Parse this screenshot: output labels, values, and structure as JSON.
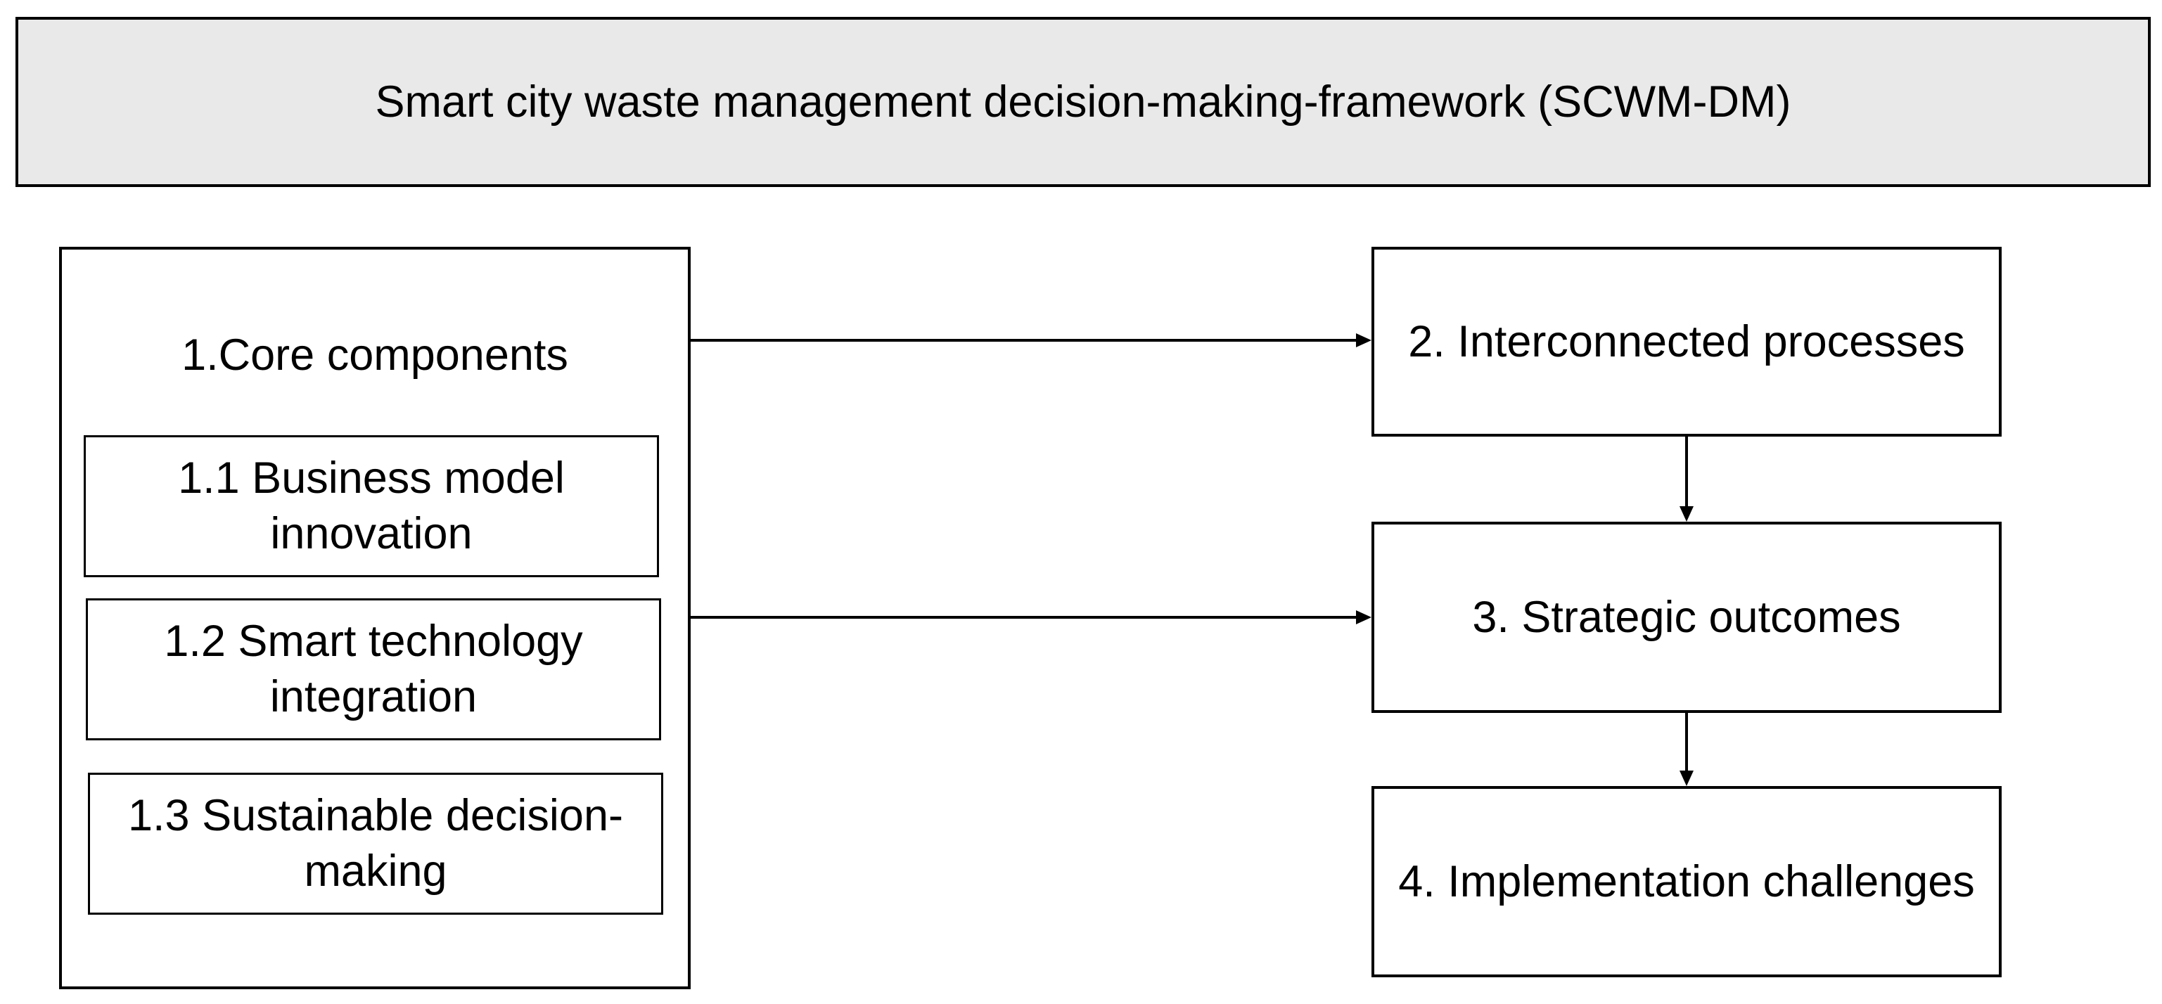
{
  "title": "Smart city waste management decision-making-framework (SCWM-DM)",
  "core": {
    "heading": "1.Core components",
    "items": [
      {
        "label": "1.1 Business model innovation"
      },
      {
        "label": "1.2 Smart technology integration"
      },
      {
        "label": "1.3 Sustainable decision-making"
      }
    ]
  },
  "stages": [
    {
      "label": "2. Interconnected processes"
    },
    {
      "label": "3. Strategic outcomes"
    },
    {
      "label": "4. Implementation challenges"
    }
  ],
  "colors": {
    "title_fill": "#e9e9e9",
    "line": "#000000",
    "box_fill": "#ffffff"
  }
}
